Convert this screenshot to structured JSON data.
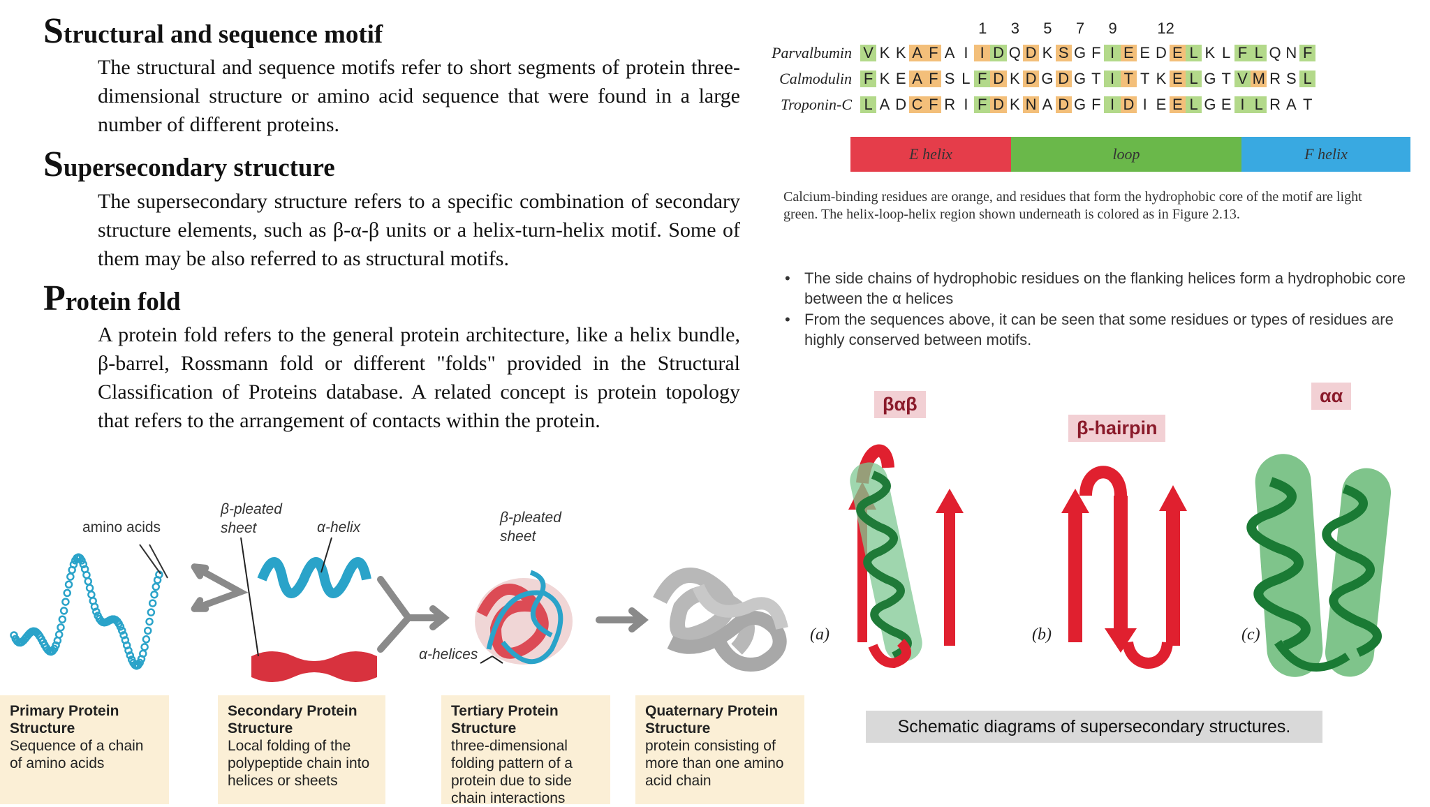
{
  "left": {
    "sections": [
      {
        "cap": "S",
        "rest": "tructural and sequence motif",
        "text": "The structural and sequence motifs refer to short segments of protein three-dimensional structure or amino acid sequence that were found in a large number of different proteins."
      },
      {
        "cap": "S",
        "rest": "upersecondary structure",
        "text": "The supersecondary structure refers to a specific combination of secondary structure elements, such as β-α-β units or a helix-turn-helix motif. Some of them may be also referred to as structural motifs."
      },
      {
        "cap": "P",
        "rest": "rotein fold",
        "text": "A protein fold refers to the general protein architecture, like a helix bundle, β-barrel, Rossmann fold or different \"folds\" provided in the Structural Classification of Proteins database. A related concept is protein topology that refers to the arrangement of contacts within the protein."
      }
    ]
  },
  "sequence": {
    "numbers": [
      "1",
      "3",
      "5",
      "7",
      "9",
      "12"
    ],
    "rows": [
      {
        "name": "Parvalbumin",
        "residues": [
          "V",
          "K",
          "K",
          "A",
          "F",
          "A",
          "I",
          "I",
          "D",
          "Q",
          "D",
          "K",
          "S",
          "G",
          "F",
          "I",
          "E",
          "E",
          "D",
          "E",
          "L",
          "K",
          "L",
          "F",
          "L",
          "Q",
          "N",
          "F"
        ],
        "marks": [
          "g",
          "",
          "",
          "o",
          "o",
          "",
          "",
          "o",
          "g",
          "",
          "o",
          "",
          "o",
          "",
          "",
          "g",
          "o",
          "",
          "",
          "o",
          "g",
          "",
          "",
          "g",
          "g",
          "",
          "",
          "g"
        ]
      },
      {
        "name": "Calmodulin",
        "residues": [
          "F",
          "K",
          "E",
          "A",
          "F",
          "S",
          "L",
          "F",
          "D",
          "K",
          "D",
          "G",
          "D",
          "G",
          "T",
          "I",
          "T",
          "T",
          "K",
          "E",
          "L",
          "G",
          "T",
          "V",
          "M",
          "R",
          "S",
          "L"
        ],
        "marks": [
          "g",
          "",
          "",
          "o",
          "o",
          "",
          "",
          "g",
          "o",
          "",
          "o",
          "",
          "o",
          "",
          "",
          "g",
          "o",
          "",
          "",
          "o",
          "g",
          "",
          "",
          "g",
          "o",
          "",
          "",
          "g"
        ]
      },
      {
        "name": "Troponin-C",
        "residues": [
          "L",
          "A",
          "D",
          "C",
          "F",
          "R",
          "I",
          "F",
          "D",
          "K",
          "N",
          "A",
          "D",
          "G",
          "F",
          "I",
          "D",
          "I",
          "E",
          "E",
          "L",
          "G",
          "E",
          "I",
          "L",
          "R",
          "A",
          "T"
        ],
        "marks": [
          "g",
          "",
          "",
          "o",
          "o",
          "",
          "",
          "g",
          "o",
          "",
          "o",
          "",
          "o",
          "",
          "",
          "g",
          "o",
          "",
          "",
          "o",
          "g",
          "",
          "",
          "g",
          "g",
          "",
          "",
          ""
        ]
      }
    ],
    "bar": {
      "e": "E helix",
      "loop": "loop",
      "f": "F helix"
    },
    "caption": "Calcium-binding residues are orange, and residues that form the hydrophobic core of the motif are light green. The helix-loop-helix region shown underneath is colored as in Figure 2.13."
  },
  "bullets": [
    "The side chains of hydrophobic residues on the flanking helices form a hydrophobic core between the α helices",
    "From the sequences above, it can be seen that some residues or types of residues are highly conserved between motifs."
  ],
  "supersecondary": {
    "labels": {
      "a": "βαβ",
      "b": "β-hairpin",
      "c": "αα"
    },
    "letters": {
      "a": "(a)",
      "b": "(b)",
      "c": "(c)"
    },
    "caption": "Schematic diagrams of supersecondary structures."
  },
  "levels": {
    "labels": {
      "amino": "amino acids",
      "pleated1": "β-pleated sheet",
      "helix": "α-helix",
      "pleated2": "β-pleated sheet",
      "helices": "α-helices"
    },
    "boxes": [
      {
        "title": "Primary Protein Structure",
        "desc": "Sequence of a chain of amino acids"
      },
      {
        "title": "Secondary Protein Structure",
        "desc": "Local folding of the polypeptide chain into helices or sheets"
      },
      {
        "title": "Tertiary Protein Structure",
        "desc": "three-dimensional folding pattern of a protein due to side chain interactions"
      },
      {
        "title": "Quaternary Protein Structure",
        "desc": "protein consisting of more than one amino acid chain"
      }
    ]
  },
  "colors": {
    "helix_red": "#e53d4a",
    "loop_green": "#6ab84a",
    "helix_blue": "#39a9e1",
    "strand_red": "#e0202f",
    "helix_green": "#3a9e50",
    "bead": "#2aa3c9",
    "box_bg": "#fbefd6"
  }
}
